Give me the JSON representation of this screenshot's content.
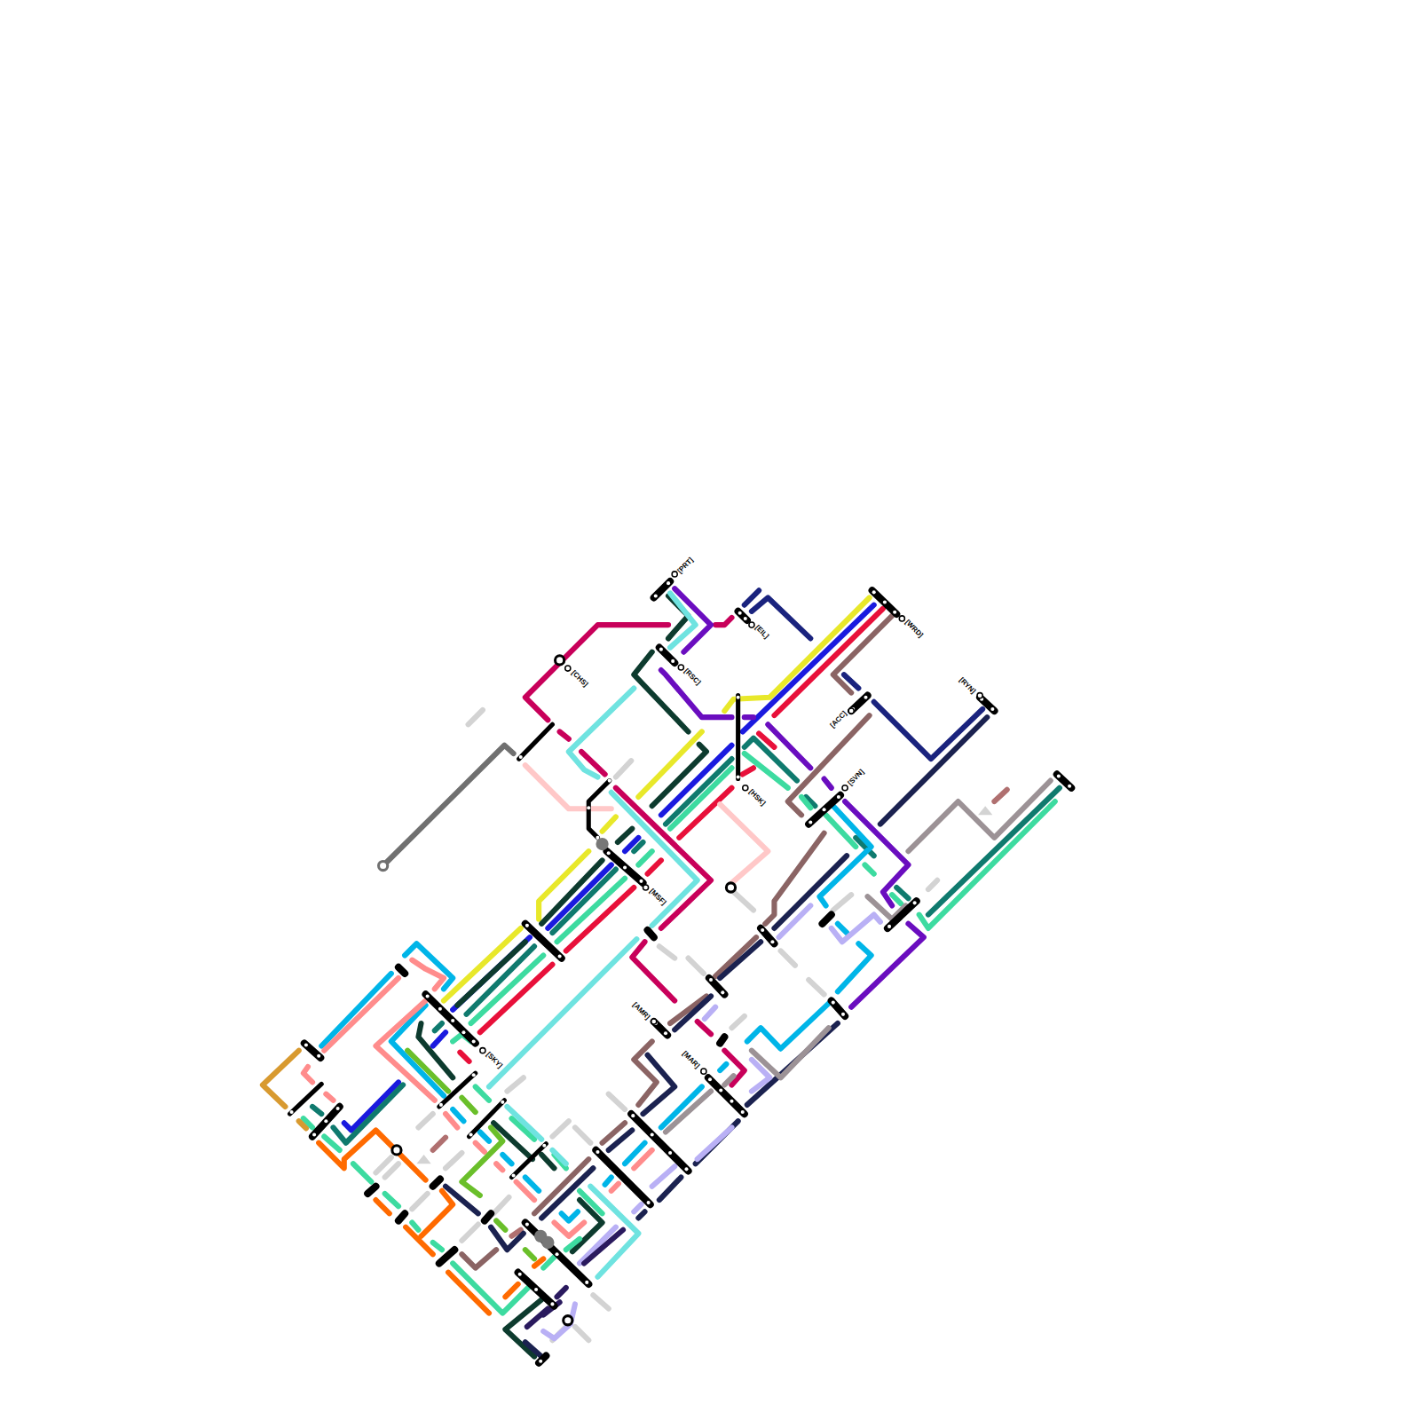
{
  "diagram": {
    "labels": [
      "[PRT]",
      "[EIL]",
      "[WRD]",
      "[RSC]",
      "[CHS]",
      "[ACC]",
      "[RYN]",
      "[HSK]",
      "[SVN]",
      "[MSF]",
      "[AMR]",
      "[MAR]",
      "[SKY]"
    ]
  }
}
